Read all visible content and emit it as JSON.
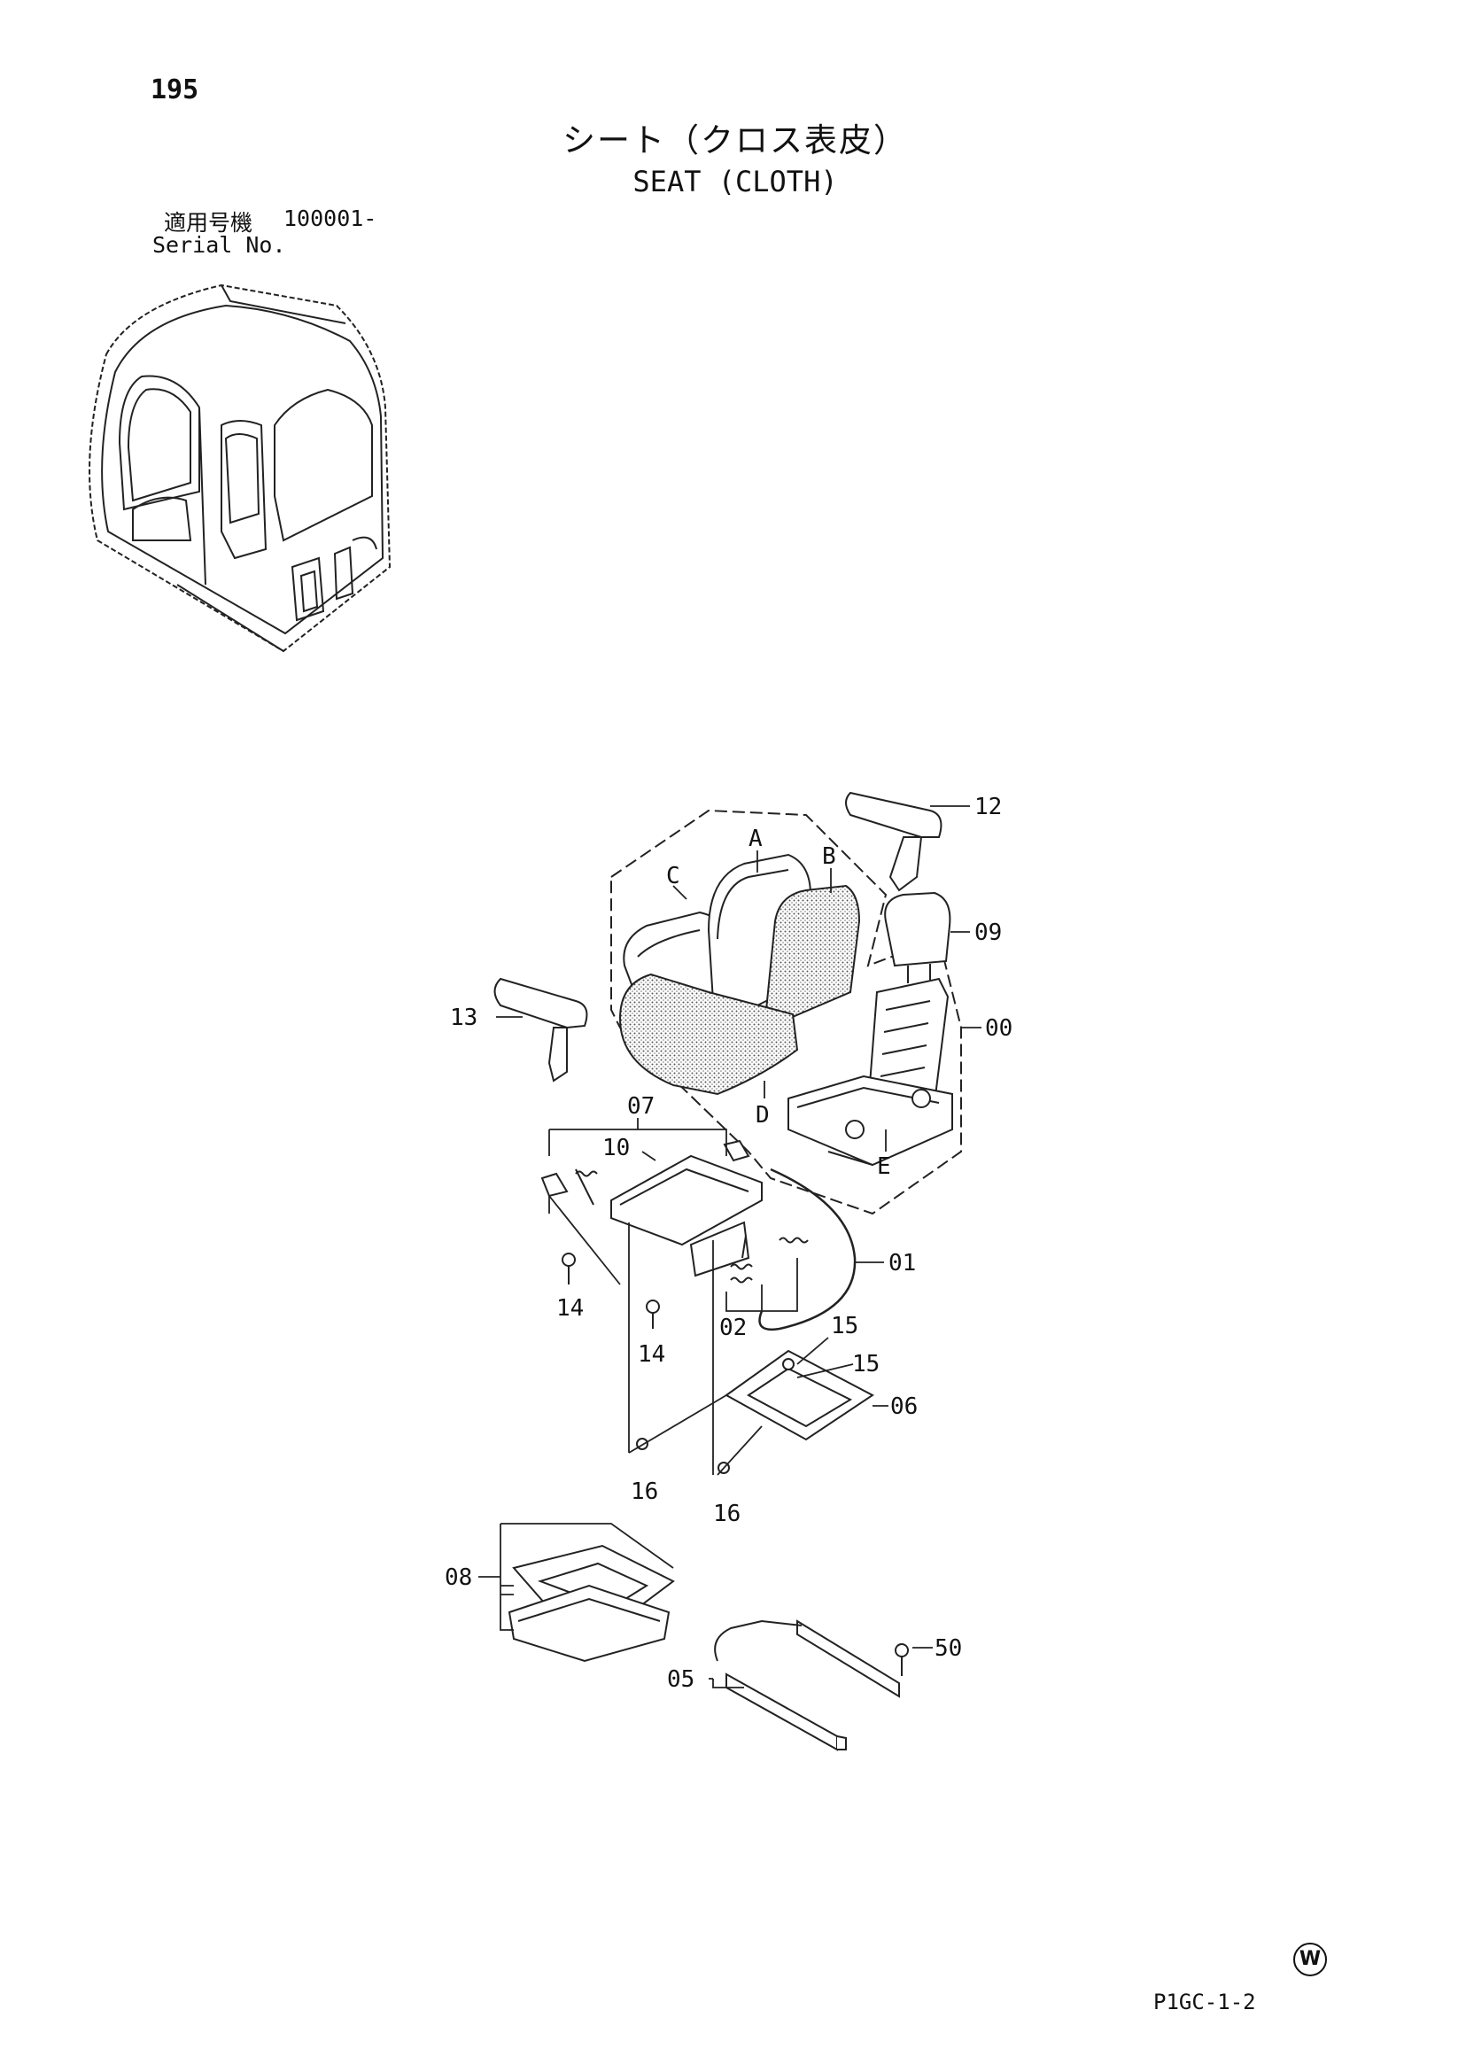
{
  "page_number": "195",
  "title_ja": "シート（クロス表皮）",
  "title_en": "SEAT (CLOTH)",
  "serial": {
    "label_ja": "適用号機",
    "label_en": "Serial No.",
    "value": "100001-"
  },
  "parts": [
    {
      "id": "p12",
      "text": "12"
    },
    {
      "id": "p09",
      "text": "09"
    },
    {
      "id": "p00",
      "text": "00"
    },
    {
      "id": "p13",
      "text": "13"
    },
    {
      "id": "p07",
      "text": "07"
    },
    {
      "id": "p10",
      "text": "10"
    },
    {
      "id": "p01",
      "text": "01"
    },
    {
      "id": "p14a",
      "text": "14"
    },
    {
      "id": "p14b",
      "text": "14"
    },
    {
      "id": "p02",
      "text": "02"
    },
    {
      "id": "p15a",
      "text": "15"
    },
    {
      "id": "p15b",
      "text": "15"
    },
    {
      "id": "p06",
      "text": "06"
    },
    {
      "id": "p16a",
      "text": "16"
    },
    {
      "id": "p16b",
      "text": "16"
    },
    {
      "id": "p08",
      "text": "08"
    },
    {
      "id": "p05",
      "text": "05"
    },
    {
      "id": "p50",
      "text": "50"
    }
  ],
  "sub_labels": [
    {
      "id": "A",
      "text": "A"
    },
    {
      "id": "B",
      "text": "B"
    },
    {
      "id": "C",
      "text": "C"
    },
    {
      "id": "D",
      "text": "D"
    },
    {
      "id": "E",
      "text": "E"
    }
  ],
  "mark": "W",
  "page_code": "P1GC-1-2"
}
